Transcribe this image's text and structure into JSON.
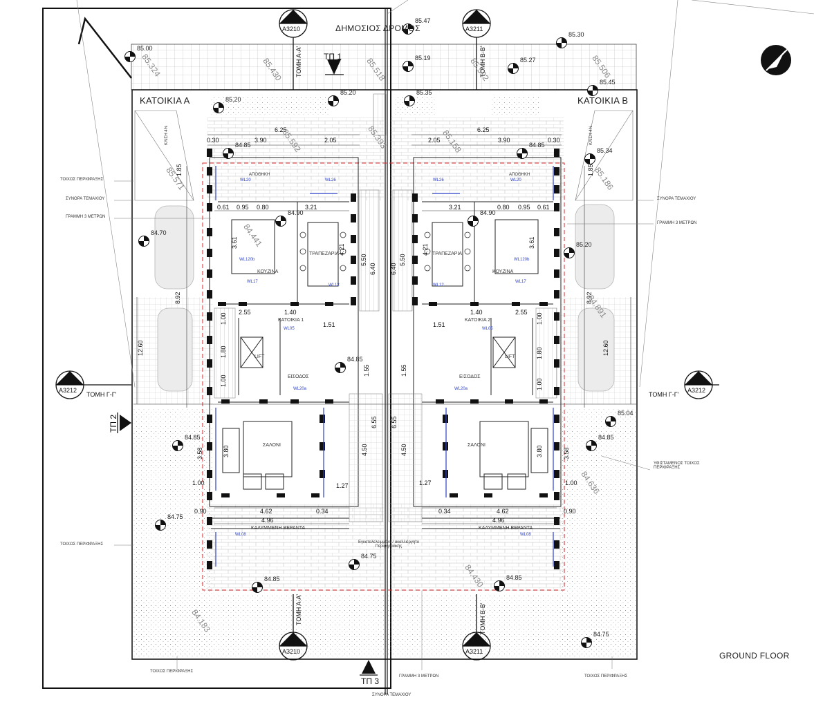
{
  "labels": {
    "public_road": "ΔΗΜΟΣΙΟΣ ΔΡΟΜΟΣ",
    "house_a": "ΚΑΤΟΙΚΙΑ Α",
    "house_b": "ΚΑΤΟΙΚΙΑ Β",
    "ground_floor": "GROUND FLOOR",
    "kitchen_a": "ΚΟΥΖΙΝΑ",
    "kitchen_b": "ΚΟΥΖΙΝΑ",
    "dining_a": "ΤΡΑΠΕΖΑΡΙΑ",
    "dining_b": "ΤΡΑΠΕΖΑΡΙΑ",
    "living_a": "ΣΑΛΟΝΙ",
    "living_b": "ΣΑΛΟΝΙ",
    "entrance_a": "ΕΙΣΟΔΟΣ",
    "entrance_b": "ΕΙΣΟΔΟΣ",
    "lift_a": "LIFT",
    "lift_b": "LIFT",
    "stair_a": "ΚΑΤΟΙΚΙΑ 1",
    "stair_b": "ΚΑΤΟΙΚΙΑ 2",
    "veranda_a": "ΚΑΛΥΜΜΕΝΗ ΒΕΡΑΝΤΑ",
    "veranda_b": "ΚΑΛΥΜΜΕΝΗ ΒΕΡΑΝΤΑ",
    "perimeter_wall": "ΤΟΙΧΟΣ ΠΕΡΙΦΡΑΞΗΣ",
    "plot_boundary": "ΣΥΝΟΡΑ ΤΕΜΑΧΙΟΥ",
    "line_3m": "ΓΡΑΜΜΗ 3 ΜΕΤΡΩΝ",
    "existing_wall": "ΥΦΙΣΤΑΜΕΝΟΣ ΤΟΙΧΟΣ ΠΕΡΙΦΡΑΞΗΣ",
    "hatch_note": "Εγκαταλελειμμένο / ακαλλιέργητο Περιφερειακής",
    "storage": "ΑΠΟΘΗΚΗ",
    "slope": "ΚΛΙΣΗ 4%"
  },
  "sections": {
    "aa": "ΤΟΜΗ Α-Α'",
    "bb": "ΤΟΜΗ Β-Β'",
    "gg": "ΤΟΜΗ Γ-Γ'",
    "tp1": "ΤΠ 1",
    "tp2": "ΤΠ 2",
    "tp3": "ΤΠ 3",
    "num": "1",
    "s3210": "A3210",
    "s3211": "A3211",
    "s3212": "A3212"
  },
  "levels": {
    "l8500": "85.00",
    "l8547": "85.47",
    "l8530": "85.30",
    "l8519": "85.19",
    "l8527": "85.27",
    "l8545": "85.45",
    "l8520a": "85.20",
    "l8520b": "85.20",
    "l8535": "85.35",
    "l8485a": "84.85",
    "l8485b": "84.85",
    "l8534": "85.34",
    "l8470": "84.70",
    "l8490a": "84.90",
    "l8490b": "84.90",
    "l8520c": "85.20",
    "l8485c": "84.85",
    "l8485d": "84.85",
    "l8504": "85.04",
    "l8485e": "84.85",
    "l8475a": "84.75",
    "l8485f": "84.85",
    "l8485g": "84.85",
    "l8475b": "84.75",
    "l8475c": "84.75"
  },
  "dimensions": {
    "d625a": "6.25",
    "d625b": "6.25",
    "d030a": "0.30",
    "d390a": "3.90",
    "d205a": "2.05",
    "d205b": "2.05",
    "d390b": "3.90",
    "d030b": "0.30",
    "d061a": "0.61",
    "d095a": "0.95",
    "d080a": "0.80",
    "d321a": "3.21",
    "d321b": "3.21",
    "d080b": "0.80",
    "d095b": "0.95",
    "d061b": "0.61",
    "d550a": "5.50",
    "d640a": "6.40",
    "d640b": "6.40",
    "d550b": "5.50",
    "d421a": "4.21",
    "d421b": "4.21",
    "d361a": "3.61",
    "d361b": "3.61",
    "d255a": "2.55",
    "d140a": "1.40",
    "d140b": "1.40",
    "d255b": "2.55",
    "d151a": "1.51",
    "d151b": "1.51",
    "d100a": "1.00",
    "d100b": "1.00",
    "d100c": "1.00",
    "d100d": "1.00",
    "d100e": "1.00",
    "d100f": "1.00",
    "d180a": "1.80",
    "d180b": "1.80",
    "d892a": "8.92",
    "d892b": "8.92",
    "d1260a": "12.60",
    "d1260b": "12.60",
    "d358a": "3.58",
    "d358b": "3.58",
    "d380a": "3.80",
    "d380b": "3.80",
    "d127a": "1.27",
    "d127b": "1.27",
    "d462a": "4.62",
    "d462b": "4.62",
    "d496a": "4.96",
    "d496b": "4.96",
    "d034a": "0.34",
    "d034b": "0.34",
    "d090a": "0.90",
    "d090b": "0.90",
    "d155a": "1.55",
    "d155b": "1.55",
    "d655a": "6.55",
    "d655b": "6.55",
    "d450a": "4.50",
    "d450b": "4.50",
    "d185a": "1.85",
    "d185b": "1.85"
  },
  "windows": {
    "wl20a": "WL20",
    "wl26a": "WL26",
    "wl26b": "WL26",
    "wl20b": "WL20",
    "wl12a": "WL12",
    "wl12b": "WL12",
    "wl17a": "WL17",
    "wl17b": "WL17",
    "wl05a": "WL05",
    "wl05b": "WL05",
    "wl20ca": "WL20a",
    "wl20cb": "WL20a",
    "wl08a": "WL08",
    "wl08b": "WL08",
    "wl120a": "WL120b",
    "wl120b": "WL120b"
  },
  "slope_labels": {
    "s1": "85.324",
    "s2": "85.430",
    "s3": "85.518",
    "s4": "85.592",
    "s5": "85.506",
    "s6": "85.592",
    "s7": "85.393",
    "s8": "85.158",
    "s9": "85.186",
    "s10": "84.441",
    "s11": "84.891",
    "s12": "84.430",
    "s13": "84.183",
    "s14": "84.636",
    "s15": "85.571"
  },
  "colors": {
    "line": "#1a1a1a",
    "hatch": "#8a8a8a",
    "red_dash": "#d8262a",
    "window_blue": "#2a3fc8"
  }
}
